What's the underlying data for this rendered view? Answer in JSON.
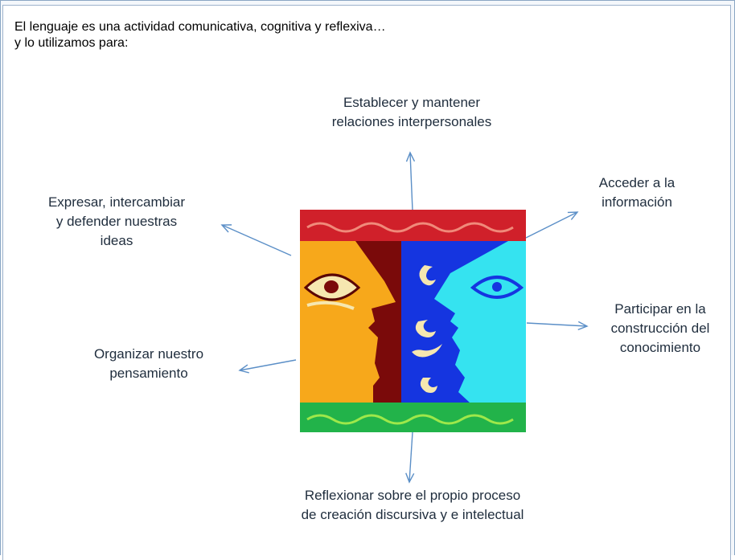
{
  "intro": {
    "line1": "El lenguaje es una actividad comunicativa, cognitiva y reflexiva…",
    "line2": "y lo utilizamos para:"
  },
  "labels": {
    "top": [
      "Establecer y mantener",
      "relaciones interpersonales"
    ],
    "top_right": [
      "Acceder a la",
      "información"
    ],
    "top_left": [
      "Expresar, intercambiar",
      "y defender nuestras",
      "ideas"
    ],
    "right": [
      "Participar en la",
      "construcción del",
      "conocimiento"
    ],
    "left": [
      "Organizar nuestro",
      "pensamiento"
    ],
    "bottom": [
      "Reflexionar sobre el propio proceso",
      "de creación discursiva y e intelectual"
    ]
  },
  "colors": {
    "arrow": "#5b8fc7",
    "top_band": "#d0202a",
    "wave_top": "#f08a7a",
    "bottom_band": "#22b34a",
    "wave_bottom": "#9ee84a",
    "left_bg": "#7a0a0a",
    "left_face": "#f7a81b",
    "right_bg": "#1535e0",
    "right_face": "#35e3f0",
    "accent_cream": "#f6e7b0"
  }
}
